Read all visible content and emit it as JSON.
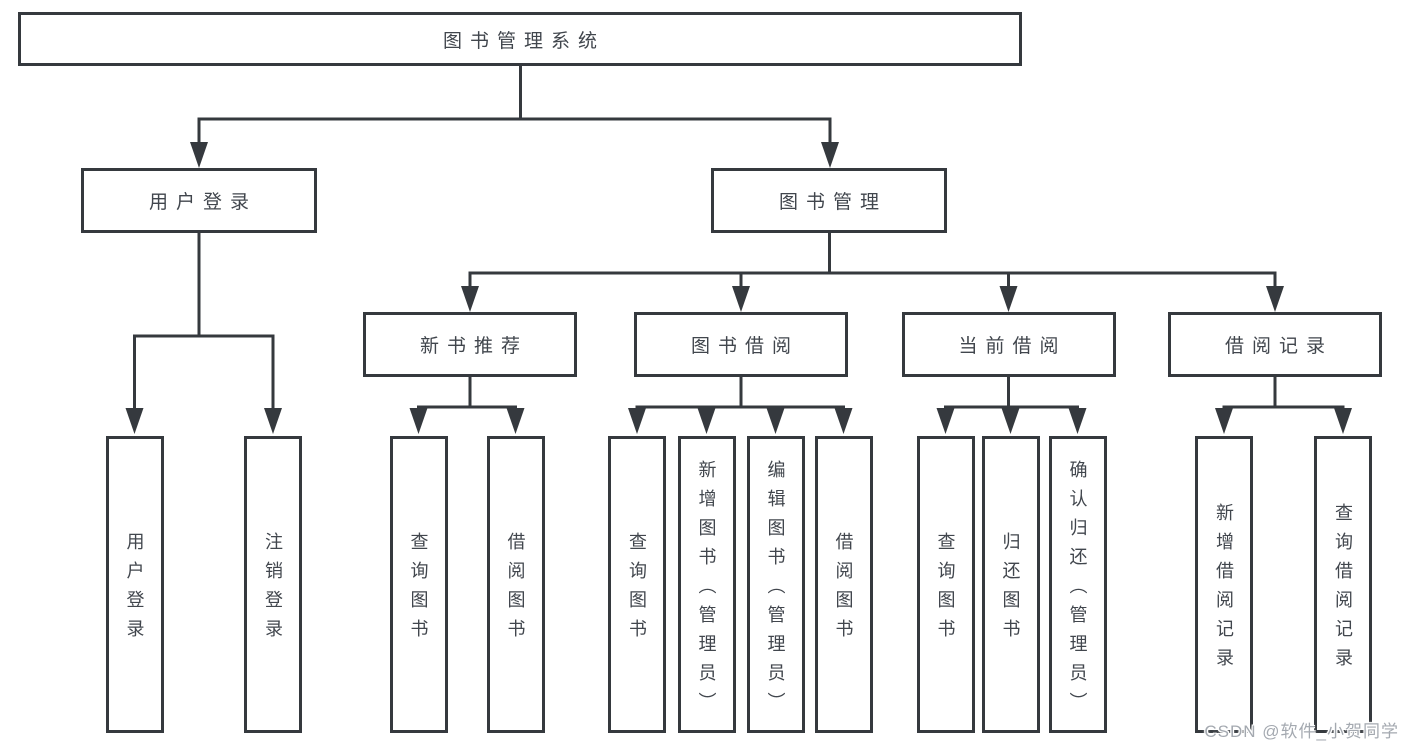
{
  "diagram": {
    "root": {
      "label": "图书管理系统"
    },
    "branches": [
      {
        "label": "用户登录",
        "children": [
          {
            "label": "用户登录"
          },
          {
            "label": "注销登录"
          }
        ]
      },
      {
        "label": "图书管理",
        "children": [
          {
            "label": "新书推荐",
            "children": [
              {
                "label": "查询图书"
              },
              {
                "label": "借阅图书"
              }
            ]
          },
          {
            "label": "图书借阅",
            "children": [
              {
                "label": "查询图书"
              },
              {
                "label": "新增图书（管理员）"
              },
              {
                "label": "编辑图书（管理员）"
              },
              {
                "label": "借阅图书"
              }
            ]
          },
          {
            "label": "当前借阅",
            "children": [
              {
                "label": "查询图书"
              },
              {
                "label": "归还图书"
              },
              {
                "label": "确认归还（管理员）"
              }
            ]
          },
          {
            "label": "借阅记录",
            "children": [
              {
                "label": "新增借阅记录"
              },
              {
                "label": "查询借阅记录"
              }
            ]
          }
        ]
      }
    ]
  },
  "watermark": {
    "label": "CSDN @软件_小贺同学"
  },
  "colors": {
    "line": "#35393e",
    "box_border": "#35393e",
    "text": "#41464d",
    "watermark": "#a4a9b0",
    "background": "#ffffff"
  }
}
